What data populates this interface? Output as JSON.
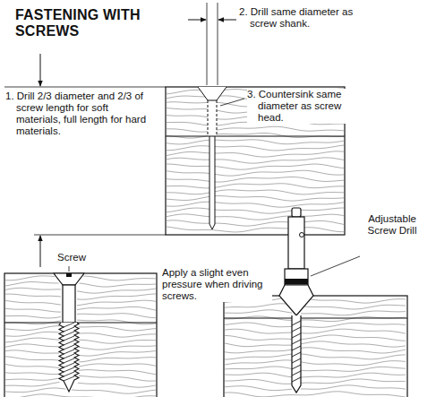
{
  "diagram": {
    "title": "FASTENING WITH SCREWS",
    "labels": [
      "1. Drill 2/3 diameter and 2/3 of screw length for soft materials, full length for hard materials.",
      "2. Drill same diameter as screw shank.",
      "3. Countersink same diameter as screw head.",
      "Screw",
      "Apply a slight even pressure when driving screws.",
      "Adjustable Screw Drill"
    ]
  }
}
